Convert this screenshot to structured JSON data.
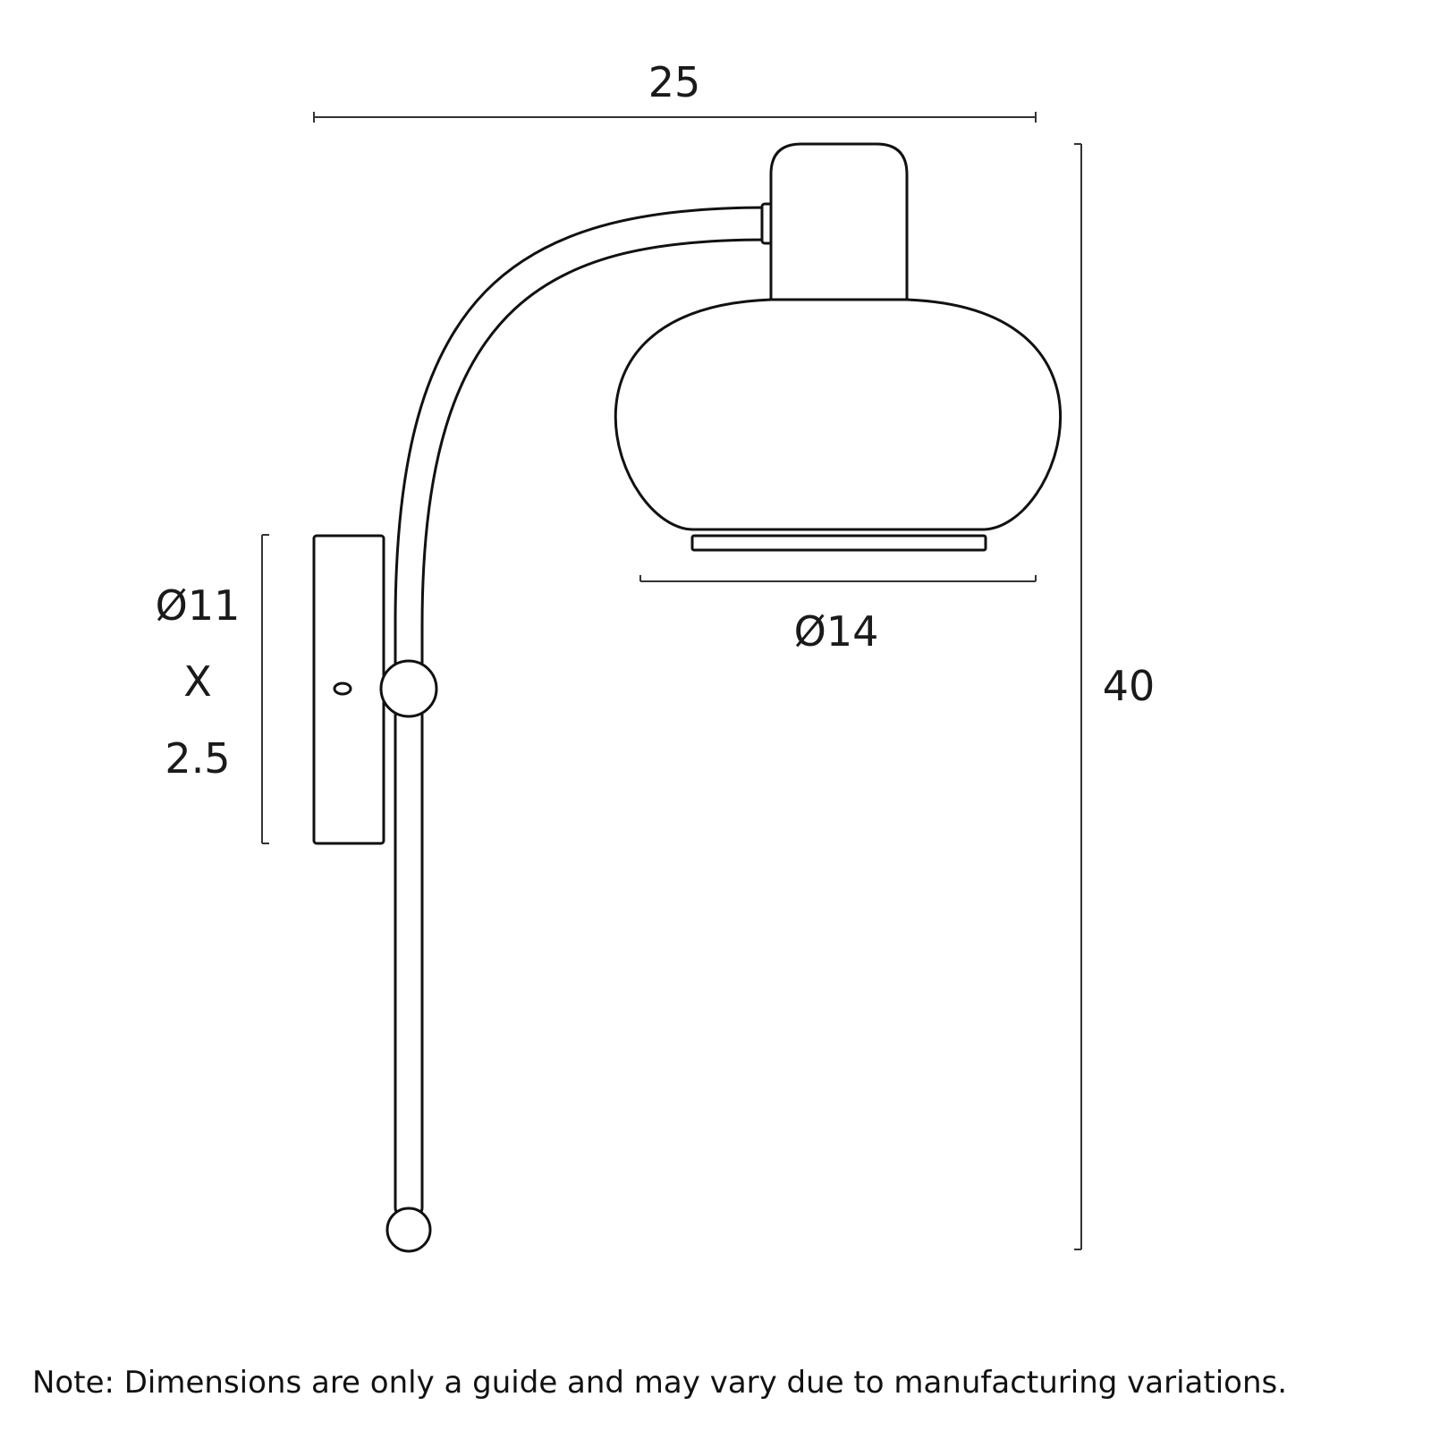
{
  "dimensions": {
    "width": "25",
    "height": "40",
    "shade_diameter": "Ø14",
    "backplate_diameter": "Ø11",
    "backplate_separator": "X",
    "backplate_depth": "2.5"
  },
  "note": "Note: Dimensions are only a guide and may vary due to manufacturing variations.",
  "colors": {
    "line": "#111111",
    "dimension_line": "#333333",
    "background": "#ffffff"
  }
}
